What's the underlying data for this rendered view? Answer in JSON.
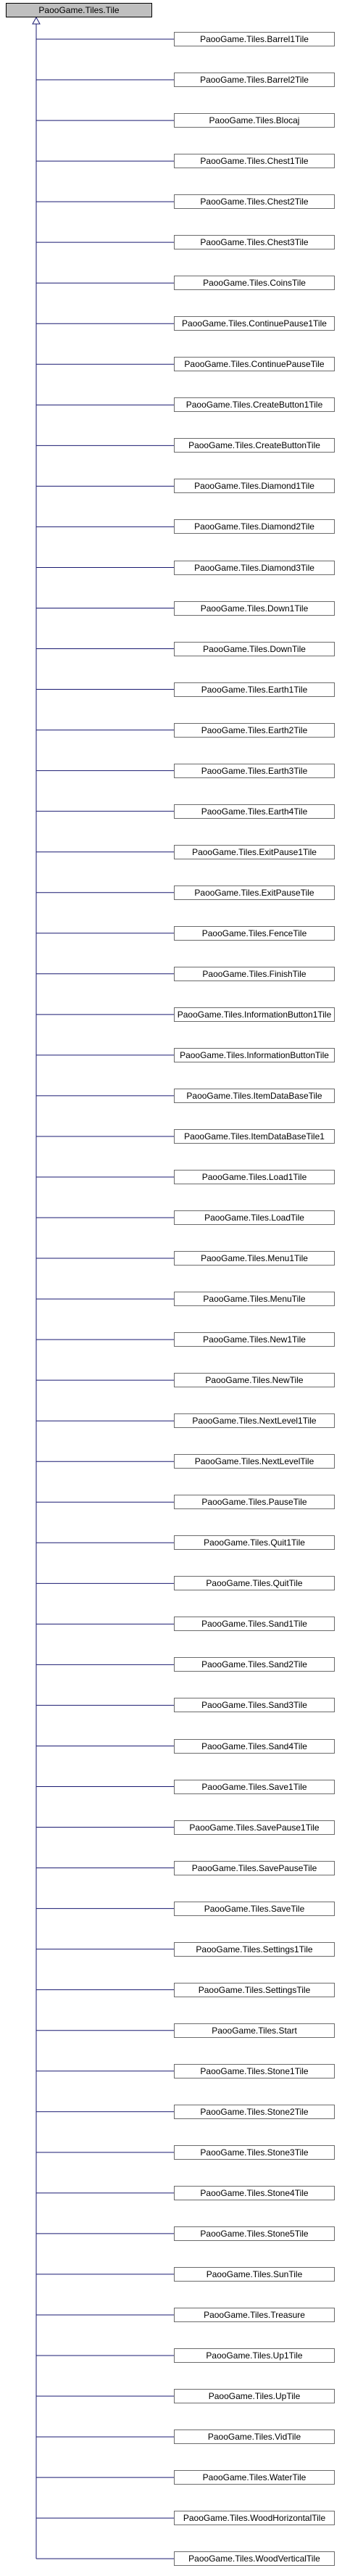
{
  "base_class": {
    "label": "PaooGame.Tiles.Tile"
  },
  "derived_classes": [
    {
      "label": "PaooGame.Tiles.Barrel1Tile"
    },
    {
      "label": "PaooGame.Tiles.Barrel2Tile"
    },
    {
      "label": "PaooGame.Tiles.Blocaj"
    },
    {
      "label": "PaooGame.Tiles.Chest1Tile"
    },
    {
      "label": "PaooGame.Tiles.Chest2Tile"
    },
    {
      "label": "PaooGame.Tiles.Chest3Tile"
    },
    {
      "label": "PaooGame.Tiles.CoinsTile"
    },
    {
      "label": "PaooGame.Tiles.ContinuePause1Tile"
    },
    {
      "label": "PaooGame.Tiles.ContinuePauseTile"
    },
    {
      "label": "PaooGame.Tiles.CreateButton1Tile"
    },
    {
      "label": "PaooGame.Tiles.CreateButtonTile"
    },
    {
      "label": "PaooGame.Tiles.Diamond1Tile"
    },
    {
      "label": "PaooGame.Tiles.Diamond2Tile"
    },
    {
      "label": "PaooGame.Tiles.Diamond3Tile"
    },
    {
      "label": "PaooGame.Tiles.Down1Tile"
    },
    {
      "label": "PaooGame.Tiles.DownTile"
    },
    {
      "label": "PaooGame.Tiles.Earth1Tile"
    },
    {
      "label": "PaooGame.Tiles.Earth2Tile"
    },
    {
      "label": "PaooGame.Tiles.Earth3Tile"
    },
    {
      "label": "PaooGame.Tiles.Earth4Tile"
    },
    {
      "label": "PaooGame.Tiles.ExitPause1Tile"
    },
    {
      "label": "PaooGame.Tiles.ExitPauseTile"
    },
    {
      "label": "PaooGame.Tiles.FenceTile"
    },
    {
      "label": "PaooGame.Tiles.FinishTile"
    },
    {
      "label": "PaooGame.Tiles.InformationButton1Tile"
    },
    {
      "label": "PaooGame.Tiles.InformationButtonTile"
    },
    {
      "label": "PaooGame.Tiles.ItemDataBaseTile"
    },
    {
      "label": "PaooGame.Tiles.ItemDataBaseTile1"
    },
    {
      "label": "PaooGame.Tiles.Load1Tile"
    },
    {
      "label": "PaooGame.Tiles.LoadTile"
    },
    {
      "label": "PaooGame.Tiles.Menu1Tile"
    },
    {
      "label": "PaooGame.Tiles.MenuTile"
    },
    {
      "label": "PaooGame.Tiles.New1Tile"
    },
    {
      "label": "PaooGame.Tiles.NewTile"
    },
    {
      "label": "PaooGame.Tiles.NextLevel1Tile"
    },
    {
      "label": "PaooGame.Tiles.NextLevelTile"
    },
    {
      "label": "PaooGame.Tiles.PauseTile"
    },
    {
      "label": "PaooGame.Tiles.Quit1Tile"
    },
    {
      "label": "PaooGame.Tiles.QuitTile"
    },
    {
      "label": "PaooGame.Tiles.Sand1Tile"
    },
    {
      "label": "PaooGame.Tiles.Sand2Tile"
    },
    {
      "label": "PaooGame.Tiles.Sand3Tile"
    },
    {
      "label": "PaooGame.Tiles.Sand4Tile"
    },
    {
      "label": "PaooGame.Tiles.Save1Tile"
    },
    {
      "label": "PaooGame.Tiles.SavePause1Tile"
    },
    {
      "label": "PaooGame.Tiles.SavePauseTile"
    },
    {
      "label": "PaooGame.Tiles.SaveTile"
    },
    {
      "label": "PaooGame.Tiles.Settings1Tile"
    },
    {
      "label": "PaooGame.Tiles.SettingsTile"
    },
    {
      "label": "PaooGame.Tiles.Start"
    },
    {
      "label": "PaooGame.Tiles.Stone1Tile"
    },
    {
      "label": "PaooGame.Tiles.Stone2Tile"
    },
    {
      "label": "PaooGame.Tiles.Stone3Tile"
    },
    {
      "label": "PaooGame.Tiles.Stone4Tile"
    },
    {
      "label": "PaooGame.Tiles.Stone5Tile"
    },
    {
      "label": "PaooGame.Tiles.SunTile"
    },
    {
      "label": "PaooGame.Tiles.Treasure"
    },
    {
      "label": "PaooGame.Tiles.Up1Tile"
    },
    {
      "label": "PaooGame.Tiles.UpTile"
    },
    {
      "label": "PaooGame.Tiles.VidTile"
    },
    {
      "label": "PaooGame.Tiles.WaterTile"
    },
    {
      "label": "PaooGame.Tiles.WoodHorizontalTile"
    },
    {
      "label": "PaooGame.Tiles.WoodVerticalTile"
    }
  ],
  "colors": {
    "base_fill": "#bfbfbf",
    "edge": "#191970"
  }
}
